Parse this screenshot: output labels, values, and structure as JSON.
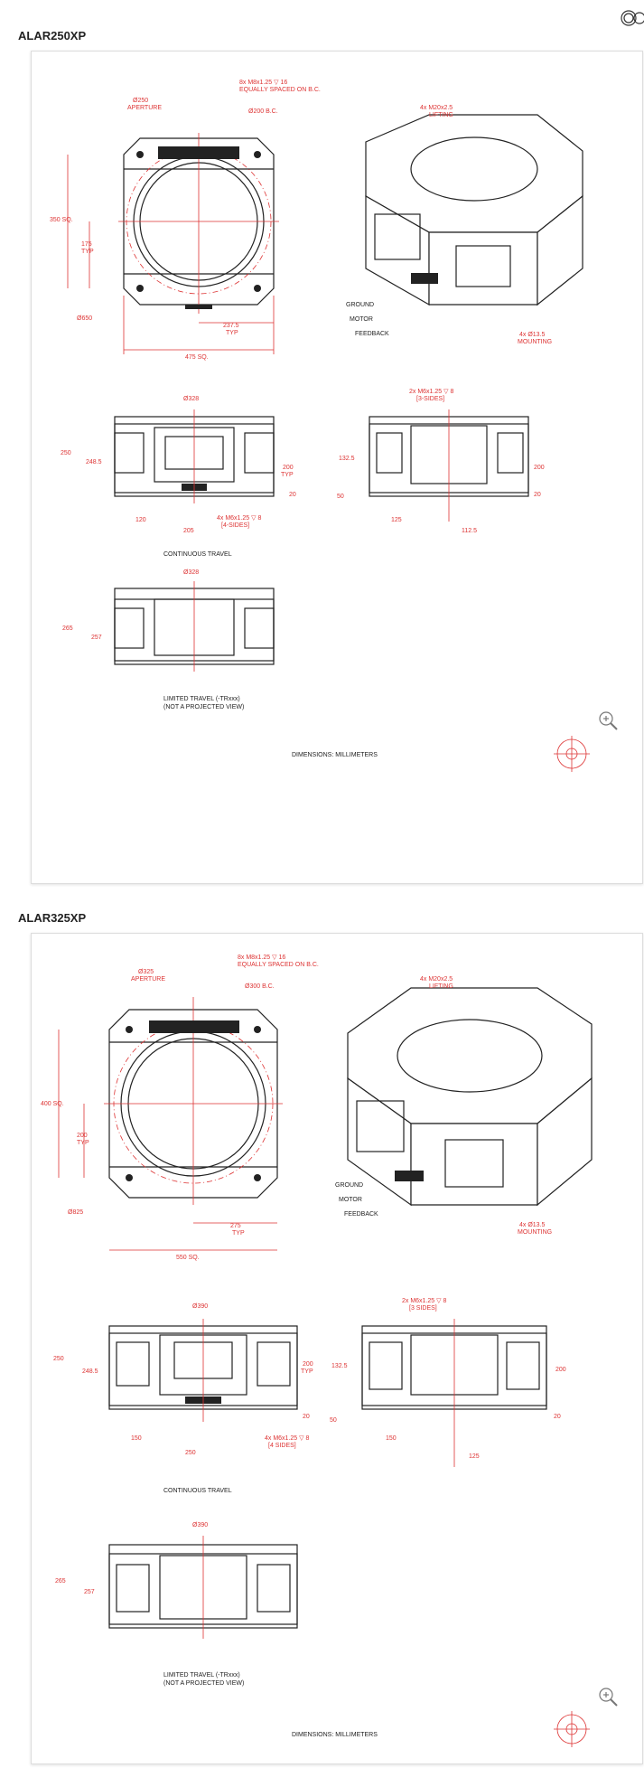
{
  "section1": {
    "title": "ALAR250XP",
    "labels": {
      "aperture": "Ø250",
      "aperture2": "APERTURE",
      "bolt1": "8x M8x1.25 ▽ 16",
      "bolt2": "EQUALLY SPACED ON B.C.",
      "bc": "Ø200 B.C.",
      "lifting1": "4x M20x2.5",
      "lifting2": "LIFTING",
      "sq": "350 SQ.",
      "d175": "175",
      "typ": "TYP",
      "d650": "Ø650",
      "d2375": "237.5",
      "sq475": "475 SQ.",
      "ground": "GROUND",
      "motor": "MOTOR",
      "feedback": "FEEDBACK",
      "mount1": "4x Ø13.5",
      "mount2": "MOUNTING",
      "d328a": "Ø328",
      "side1": "2x M6x1.25 ▽ 8",
      "side2": "[3-SIDES]",
      "h250": "250",
      "h2485": "248.5",
      "d200": "200",
      "d1325": "132.5",
      "d20": "20",
      "d50": "50",
      "d120": "120",
      "d205": "205",
      "holes1": "4x M6x1.25 ▽ 8",
      "holes2": "[4-SIDES]",
      "d125": "125",
      "d1125": "112.5",
      "continuous": "CONTINUOUS TRAVEL",
      "d328b": "Ø328",
      "h265": "265",
      "h257": "257",
      "limited1": "LIMITED TRAVEL (-TRxxx)",
      "limited2": "(NOT A PROJECTED VIEW)",
      "dims": "DIMENSIONS:  MILLIMETERS"
    }
  },
  "section2": {
    "title": "ALAR325XP",
    "labels": {
      "aperture": "Ø325",
      "aperture2": "APERTURE",
      "bolt1": "8x M8x1.25 ▽ 16",
      "bolt2": "EQUALLY SPACED ON B.C.",
      "bc": "Ø300 B.C.",
      "lifting1": "4x M20x2.5",
      "lifting2": "LIFTING",
      "sq": "400 SQ.",
      "d200": "200",
      "typ": "TYP",
      "d825": "Ø825",
      "d275": "275",
      "sq550": "550 SQ.",
      "ground": "GROUND",
      "motor": "MOTOR",
      "feedback": "FEEDBACK",
      "mount1": "4x Ø13.5",
      "mount2": "MOUNTING",
      "d390a": "Ø390",
      "side1": "2x M6x1.25 ▽ 8",
      "side2": "[3 SIDES]",
      "h250": "250",
      "h2485": "248.5",
      "d200b": "200",
      "d1325": "132.5",
      "d20": "20",
      "d50": "50",
      "d150": "150",
      "d250": "250",
      "holes1": "4x M6x1.25 ▽ 8",
      "holes2": "[4 SIDES]",
      "d150b": "150",
      "d125": "125",
      "continuous": "CONTINUOUS TRAVEL",
      "d390b": "Ø390",
      "h265": "265",
      "h257": "257",
      "limited1": "LIMITED TRAVEL (-TRxxx)",
      "limited2": "(NOT A PROJECTED VIEW)",
      "dims": "DIMENSIONS:  MILLIMETERS"
    }
  }
}
